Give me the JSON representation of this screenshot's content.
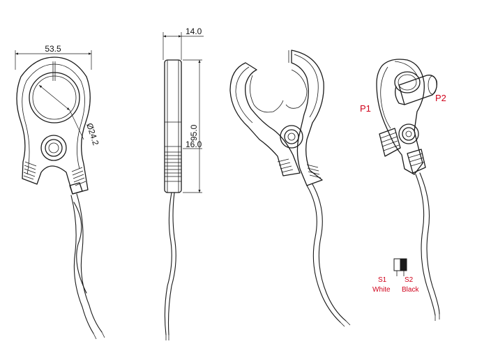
{
  "dimensions": {
    "width": "53.5",
    "bore_diameter": "Ø24.2",
    "thickness": "14.0",
    "height": "95.0",
    "grip_length": "16.0"
  },
  "labels": {
    "p1": "P1",
    "p2": "P2",
    "s1": "S1",
    "s1_color": "White",
    "s2": "S2",
    "s2_color": "Black"
  },
  "colors": {
    "line": "#1a1a1a",
    "label": "#d0021b"
  }
}
